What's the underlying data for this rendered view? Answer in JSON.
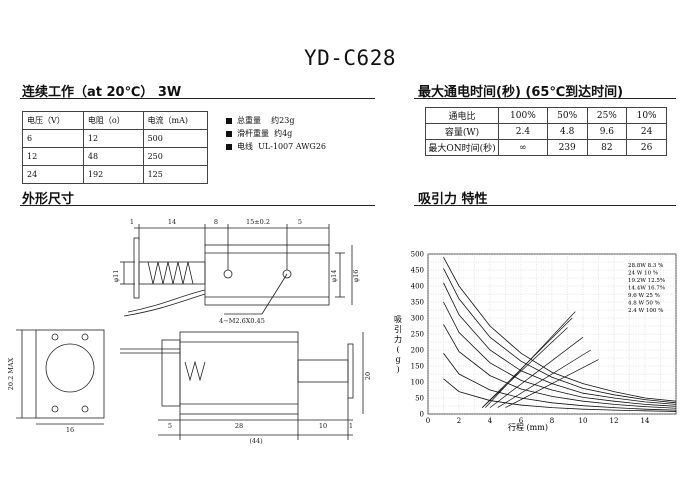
{
  "title": "YD-C628",
  "continuous": {
    "heading": "连续工作（at 20℃） 3W",
    "headers": [
      "电压（V）",
      "电阻（o）",
      "电流（mA)"
    ],
    "rows": [
      [
        "6",
        "12",
        "500"
      ],
      [
        "12",
        "48",
        "250"
      ],
      [
        "24",
        "192",
        "125"
      ]
    ]
  },
  "notes": [
    {
      "label": "总重量",
      "value": "约23g"
    },
    {
      "label": "滑杆重量",
      "value": "约4g"
    },
    {
      "label": "电线",
      "value": "UL-1007 AWG26"
    }
  ],
  "max_on": {
    "heading": "最大通电时间(秒) (65℃到达时间)",
    "rows": [
      [
        "通电比",
        "100%",
        "50%",
        "25%",
        "10%"
      ],
      [
        "容量(W)",
        "2.4",
        "4.8",
        "9.6",
        "24"
      ],
      [
        "最大ON时间(秒)",
        "∞",
        "239",
        "82",
        "26"
      ]
    ]
  },
  "dims": {
    "heading": "外形尺寸",
    "top": [
      "1",
      "14",
      "8",
      "15±0.2",
      "5"
    ],
    "phi11": "φ11",
    "phi14": "φ14",
    "phi16": "φ16",
    "thread": "4−M2.6X0.45",
    "height": "20.2 MAX",
    "width16": "16",
    "h20": "20",
    "bottom": [
      "5",
      "28",
      "10",
      "1"
    ],
    "total": "(44)"
  },
  "force_chart": {
    "heading": "吸引力 特性",
    "ylabel": "吸引力(g)",
    "xlabel": "行程 (mm)",
    "legend": [
      "28.8W  8.3 %",
      "24 W  10 %",
      "19.2W  12.5%",
      "14.4W  16.7%",
      "9.6 W  25 %",
      "4.8 W  50 %",
      "2.4 W  100 %"
    ]
  },
  "chart_data": {
    "type": "line",
    "title": "吸引力 特性",
    "xlabel": "行程 (mm)",
    "ylabel": "吸引力(g)",
    "xlim": [
      0,
      16
    ],
    "ylim": [
      0,
      500
    ],
    "xticks": [
      0,
      2,
      4,
      6,
      8,
      10,
      12,
      14
    ],
    "yticks": [
      0,
      50,
      100,
      150,
      200,
      250,
      300,
      350,
      400,
      450,
      500
    ],
    "grid": true,
    "legend_position": "top-right",
    "series": [
      {
        "name": "28.8W 8.3 %",
        "x": [
          1,
          2,
          4,
          6,
          8,
          10,
          12,
          14,
          16
        ],
        "y": [
          490,
          400,
          275,
          190,
          130,
          95,
          70,
          50,
          40
        ]
      },
      {
        "name": "24 W 10 %",
        "x": [
          1,
          2,
          4,
          6,
          8,
          10,
          12,
          14,
          16
        ],
        "y": [
          455,
          360,
          240,
          165,
          115,
          80,
          60,
          45,
          35
        ]
      },
      {
        "name": "19.2W 12.5%",
        "x": [
          1,
          2,
          4,
          6,
          8,
          10,
          12,
          14,
          16
        ],
        "y": [
          410,
          310,
          200,
          135,
          95,
          65,
          50,
          38,
          30
        ]
      },
      {
        "name": "14.4W 16.7%",
        "x": [
          1,
          2,
          4,
          6,
          8,
          10,
          12,
          14,
          16
        ],
        "y": [
          350,
          255,
          160,
          105,
          75,
          52,
          40,
          30,
          24
        ]
      },
      {
        "name": "9.6 W 25 %",
        "x": [
          1,
          2,
          4,
          6,
          8,
          10,
          12,
          14,
          16
        ],
        "y": [
          280,
          195,
          120,
          78,
          55,
          40,
          30,
          23,
          18
        ]
      },
      {
        "name": "4.8 W 50 %",
        "x": [
          1,
          2,
          4,
          6,
          8,
          10,
          12,
          14,
          16
        ],
        "y": [
          190,
          125,
          75,
          50,
          35,
          26,
          20,
          15,
          12
        ]
      },
      {
        "name": "2.4 W 100 %",
        "x": [
          1,
          2,
          4,
          6,
          8,
          10,
          12,
          14,
          16
        ],
        "y": [
          110,
          70,
          42,
          28,
          20,
          15,
          12,
          10,
          8
        ]
      }
    ],
    "spring_lines": [
      {
        "x": [
          3.5,
          9
        ],
        "y": [
          20,
          270
        ]
      },
      {
        "x": [
          3.5,
          9.3
        ],
        "y": [
          20,
          300
        ]
      },
      {
        "x": [
          3.7,
          9.5
        ],
        "y": [
          20,
          320
        ]
      },
      {
        "x": [
          4,
          10
        ],
        "y": [
          20,
          240
        ]
      },
      {
        "x": [
          4.5,
          10.5
        ],
        "y": [
          20,
          200
        ]
      },
      {
        "x": [
          5,
          11
        ],
        "y": [
          20,
          170
        ]
      }
    ]
  }
}
